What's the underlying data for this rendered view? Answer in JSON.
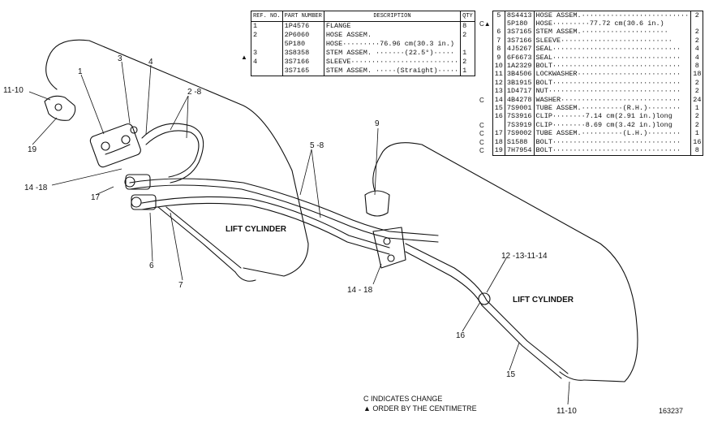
{
  "table_left": {
    "headers": {
      "ref": "REF. NO.",
      "part": "PART NUMBER",
      "desc": "DESCRIPTION",
      "qty": "QTY"
    },
    "rows": [
      {
        "flag": "",
        "ref": "1",
        "part": "1P4576",
        "desc": "FLANGE",
        "qty": "8"
      },
      {
        "flag": "",
        "ref": "2",
        "part": "2P6060",
        "desc": "HOSE ASSEM.",
        "qty": "2"
      },
      {
        "flag": "▲",
        "ref": "",
        "part": "5P180",
        "desc": "HOSE·········76.96 cm(30.3 in.)",
        "qty": ""
      },
      {
        "flag": "",
        "ref": "3",
        "part": "3S8358",
        "desc": "  STEM ASSEM. ·······(22.5°)·····",
        "qty": "1"
      },
      {
        "flag": "",
        "ref": "4",
        "part": "3S7166",
        "desc": "SLEEVE··························",
        "qty": "2"
      },
      {
        "flag": "",
        "ref": "",
        "part": "3S7165",
        "desc": "STEM ASSEM. ·····(Straight)·····",
        "qty": "1"
      }
    ]
  },
  "table_right": {
    "rows": [
      {
        "flag": "",
        "ref": "5",
        "part": "8S4413",
        "desc": "HOSE ASSEM.··························",
        "qty": "2"
      },
      {
        "flag": "C▲",
        "ref": "",
        "part": "5P180",
        "desc": "   HOSE·········77.72 cm(30.6 in.)",
        "qty": ""
      },
      {
        "flag": "",
        "ref": "6",
        "part": "3S7165",
        "desc": "   STEM ASSEM.·····················",
        "qty": "2"
      },
      {
        "flag": "",
        "ref": "7",
        "part": "3S7166",
        "desc": "   SLEEVE···························",
        "qty": "2"
      },
      {
        "flag": "",
        "ref": "8",
        "part": "4J5267",
        "desc": "SEAL·······························",
        "qty": "4"
      },
      {
        "flag": "",
        "ref": "9",
        "part": "6F6673",
        "desc": "SEAL·······························",
        "qty": "4"
      },
      {
        "flag": "",
        "ref": "10",
        "part": "1A2329",
        "desc": "BOLT·······························",
        "qty": "8"
      },
      {
        "flag": "",
        "ref": "11",
        "part": "3B4506",
        "desc": "LOCKWASHER·························",
        "qty": "18"
      },
      {
        "flag": "",
        "ref": "12",
        "part": "3B1915",
        "desc": "BOLT·······························",
        "qty": "2"
      },
      {
        "flag": "",
        "ref": "13",
        "part": "1D4717",
        "desc": "NUT································",
        "qty": "2"
      },
      {
        "flag": "C",
        "ref": "14",
        "part": "4B4278",
        "desc": "WASHER·····························",
        "qty": "24"
      },
      {
        "flag": "",
        "ref": "15",
        "part": "7S9001",
        "desc": "TUBE ASSEM.··········(R.H.)········",
        "qty": "1"
      },
      {
        "flag": "",
        "ref": "16",
        "part": "7S3916",
        "desc": "CLIP········7.14 cm(2.91 in.)long",
        "qty": "2"
      },
      {
        "flag": "C",
        "ref": "",
        "part": "7S3919",
        "desc": "CLIP········8.69 cm(3.42 in.)long",
        "qty": "2"
      },
      {
        "flag": "C",
        "ref": "17",
        "part": "7S9002",
        "desc": "TUBE ASSEM.··········(L.H.)········",
        "qty": "1"
      },
      {
        "flag": "C",
        "ref": "18",
        "part": "S1588",
        "desc": "BOLT·······························",
        "qty": "16"
      },
      {
        "flag": "C",
        "ref": "19",
        "part": "7H7954",
        "desc": "BOLT·······························",
        "qty": "8"
      }
    ]
  },
  "callouts": {
    "c1110_top": "11-10",
    "c1": "1",
    "c3": "3",
    "c4": "4",
    "c2_8": "2 -8",
    "c19": "19",
    "c14_18_left": "14 -18",
    "c17": "17",
    "c6": "6",
    "c7": "7",
    "c5_8": "5 -8",
    "c9": "9",
    "c14_18_mid": "14 - 18",
    "c12_14": "12 -13-11-14",
    "c16": "16",
    "c15": "15",
    "c1110_bottom": "11-10"
  },
  "labels": {
    "lift_cylinder_left": "LIFT CYLINDER",
    "lift_cylinder_right": "LIFT CYLINDER"
  },
  "notes": {
    "line1": "C INDICATES CHANGE",
    "line2": "▲ ORDER BY THE CENTIMETRE",
    "drawing_no": "163237"
  }
}
